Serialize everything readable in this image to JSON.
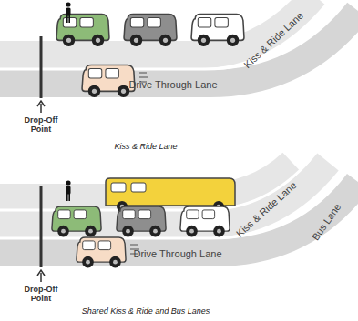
{
  "diagram": {
    "labels": [
      "Kiss & Ride Lane",
      "Drive Through Lane",
      "Drop-Off Point",
      "Kiss & Ride Lane",
      "Kiss & Ride Lane",
      "Bus Lane",
      "Drive Through Lane",
      "Drop-Off Point",
      "Shared Kiss & Ride and Bus Lanes"
    ]
  }
}
